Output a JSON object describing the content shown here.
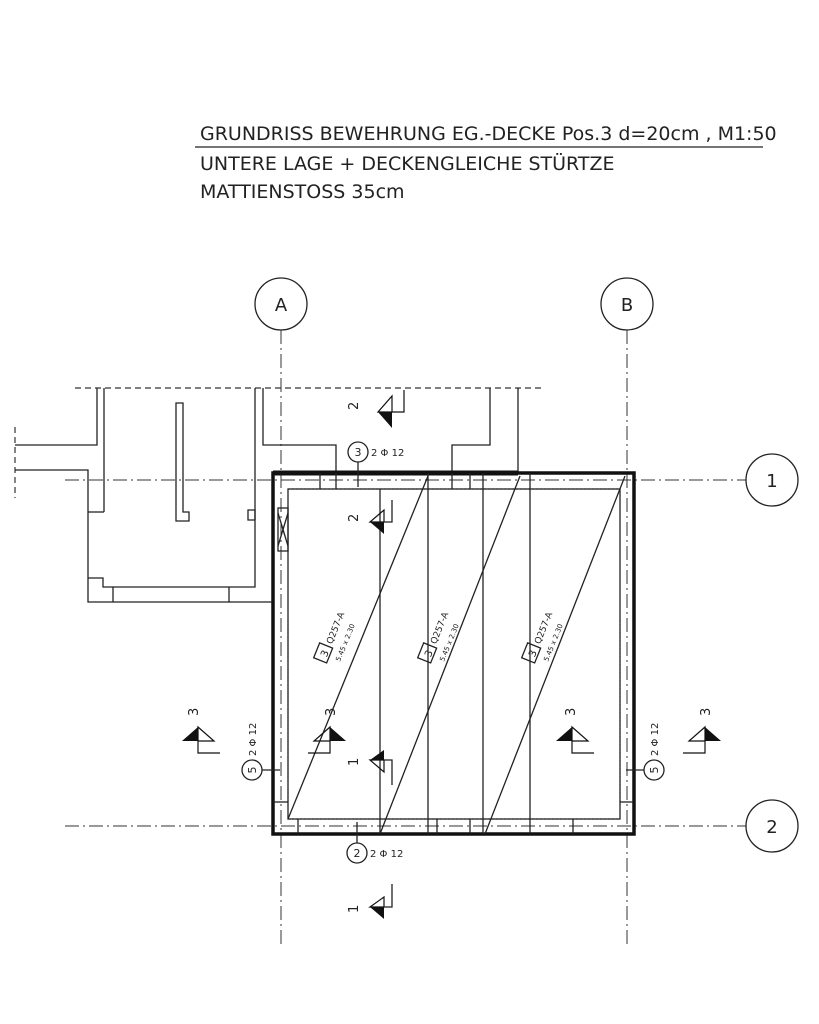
{
  "title": {
    "line1": "GRUNDRISS BEWEHRUNG EG.-DECKE Pos.3 d=20cm , M1:50",
    "line2": "UNTERE LAGE + DECKENGLEICHE STÜRTZE",
    "line3": "MATTIENSTOSS 35cm"
  },
  "grid": {
    "A": "A",
    "B": "B",
    "one": "1",
    "two": "2"
  },
  "mats": [
    {
      "pos": "3",
      "type": "Q257-A",
      "size": "5.45 x 2.30"
    },
    {
      "pos": "3",
      "type": "Q257-A",
      "size": "5.45 x 2.30"
    },
    {
      "pos": "3",
      "type": "Q257-A",
      "size": "5.45 x 2.30"
    }
  ],
  "rebar": {
    "top": {
      "pos": "3",
      "spec": "2 Φ 12"
    },
    "bottom": {
      "pos": "2",
      "spec": "2 Φ 12"
    },
    "left": {
      "pos": "5",
      "spec": "2 Φ 12"
    },
    "right": {
      "pos": "5",
      "spec": "2 Φ 12"
    }
  },
  "sections": {
    "s1": "1",
    "s2": "2",
    "s3": "3"
  }
}
